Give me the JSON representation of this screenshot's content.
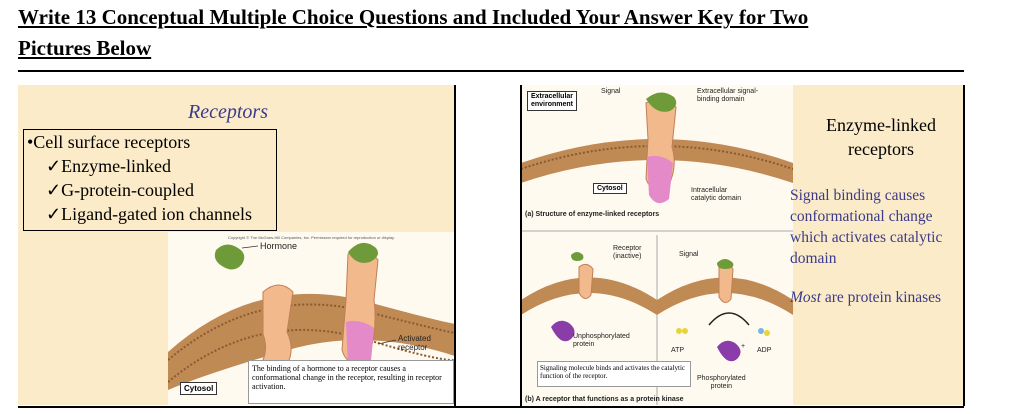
{
  "heading": {
    "line1": "Write 13 Conceptual Multiple Choice Questions and Included Your Answer Key for Two",
    "line2": "Pictures Below"
  },
  "slide1": {
    "title": "Receptors",
    "bullet": "•Cell surface receptors",
    "checks": [
      "✓Enzyme-linked",
      "✓G-protein-coupled",
      "✓Ligand-gated ion channels"
    ],
    "figure": {
      "copyright": "Copyright © The McGraw-Hill Companies, Inc. Permission required for reproduction or display.",
      "hormone_label": "Hormone",
      "activated_label_1": "Activated",
      "activated_label_2": "receptor",
      "cytosol_label": "Cytosol",
      "caption": "The binding of a hormone to a receptor causes a conformational change in the receptor, resulting in receptor activation."
    }
  },
  "slide2": {
    "title_line1": "Enzyme-linked",
    "title_line2": "receptors",
    "para1": "Signal binding causes conformational change which activates catalytic domain",
    "para2_em": "Most",
    "para2_rest": " are protein kinases",
    "figure": {
      "extracellular_1": "Extracellular",
      "extracellular_2": "environment",
      "signal_label": "Signal",
      "ext_domain_1": "Extracellular signal-",
      "ext_domain_2": "binding domain",
      "cytosol_label": "Cytosol",
      "intra_1": "Intracellular",
      "intra_2": "catalytic domain",
      "caption_a": "(a) Structure of enzyme-linked receptors",
      "receptor_1": "Receptor",
      "receptor_2": "(inactive)",
      "signal_label_b": "Signal",
      "unphos_1": "Unphosphorylated",
      "unphos_2": "protein",
      "atp": "ATP",
      "adp": "ADP",
      "plus": "+",
      "phos_1": "Phosphorylated",
      "phos_2": "protein",
      "caption_b": "Signaling molecule binds and activates the catalytic function of the receptor.",
      "caption_c": "(b) A receptor that functions as a protein kinase"
    }
  },
  "colors": {
    "slide_bg": "#fbebc8",
    "title_blue": "#3b3b8a",
    "membrane": "#b07a4a",
    "receptor": "#f2b98c",
    "signal": "#6f9a3a",
    "catalytic": "#e58ac8"
  }
}
